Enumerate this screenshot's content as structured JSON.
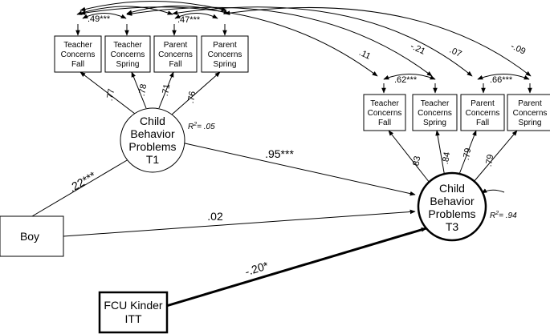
{
  "indicators_t1": [
    {
      "lines": [
        "Teacher",
        "Concerns",
        "Fall"
      ]
    },
    {
      "lines": [
        "Teacher",
        "Concerns",
        "Spring"
      ]
    },
    {
      "lines": [
        "Parent",
        "Concerns",
        "Fall"
      ]
    },
    {
      "lines": [
        "Parent",
        "Concerns",
        "Spring"
      ]
    }
  ],
  "indicators_t3": [
    {
      "lines": [
        "Teacher",
        "Concerns",
        "Fall"
      ]
    },
    {
      "lines": [
        "Teacher",
        "Concerns",
        "Spring"
      ]
    },
    {
      "lines": [
        "Parent",
        "Concerns",
        "Fall"
      ]
    },
    {
      "lines": [
        "Parent",
        "Concerns",
        "Spring"
      ]
    }
  ],
  "latent_t1": {
    "lines": [
      "Child",
      "Behavior",
      "Problems",
      "T1"
    ],
    "r2_prefix": "R",
    "r2_sup": "2",
    "r2_value": "= .05"
  },
  "latent_t3": {
    "lines": [
      "Child",
      "Behavior",
      "Problems",
      "T3"
    ],
    "r2_prefix": "R",
    "r2_sup": "2",
    "r2_value": "= .94"
  },
  "predictors": {
    "boy": [
      "Boy"
    ],
    "fcu": [
      "FCU Kinder",
      "ITT"
    ]
  },
  "loadings_t1": [
    ".77",
    ".78",
    ".71",
    ".76"
  ],
  "loadings_t3": [
    ".83",
    ".84",
    ".79",
    ".79"
  ],
  "paths": {
    "boy_t1": ".22***",
    "t1_t3": ".95***",
    "boy_t3": ".02",
    "fcu_t3": "-.20*"
  },
  "correlations": {
    "t1_teacher_fall_spring": ".49***",
    "t1_parent_fall_spring": ".47***",
    "t3_teacher_fall_spring": ".62***",
    "t3_parent_fall_spring": ".66***",
    "cross_1": ".11",
    "cross_2": "-.21",
    "cross_3": ".07",
    "cross_4": "-.09"
  }
}
